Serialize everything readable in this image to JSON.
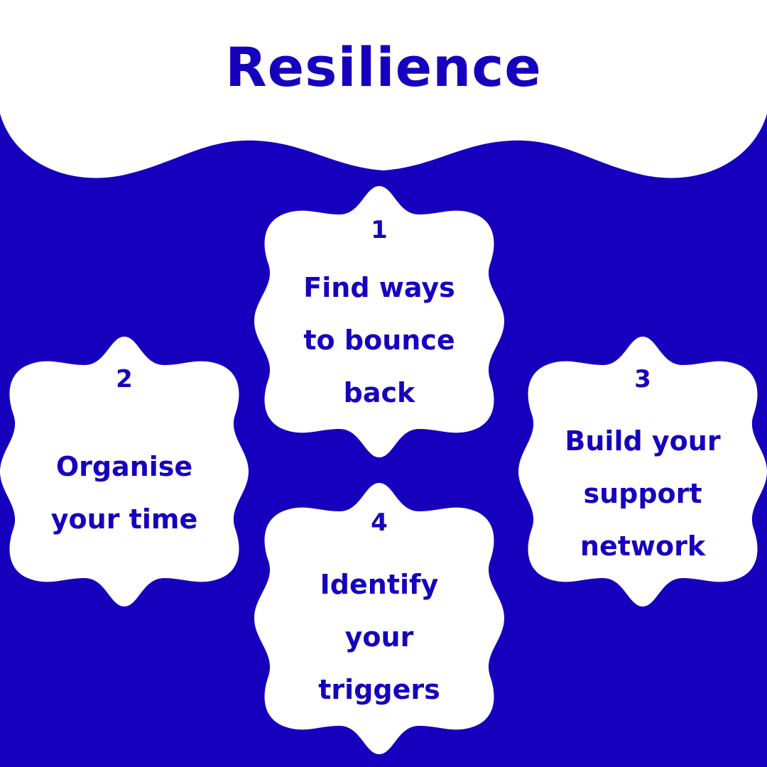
{
  "title": "Resilience",
  "colors": {
    "background": "#1600BD",
    "shape_fill": "#FFFFFF",
    "text": "#1600BD"
  },
  "cards": [
    {
      "number": "1",
      "lines": [
        "Find ways",
        "to bounce",
        "back"
      ]
    },
    {
      "number": "2",
      "lines": [
        "Organise",
        "your time"
      ]
    },
    {
      "number": "3",
      "lines": [
        "Build your",
        "support",
        "network"
      ]
    },
    {
      "number": "4",
      "lines": [
        "Identify",
        "your",
        "triggers"
      ]
    }
  ]
}
